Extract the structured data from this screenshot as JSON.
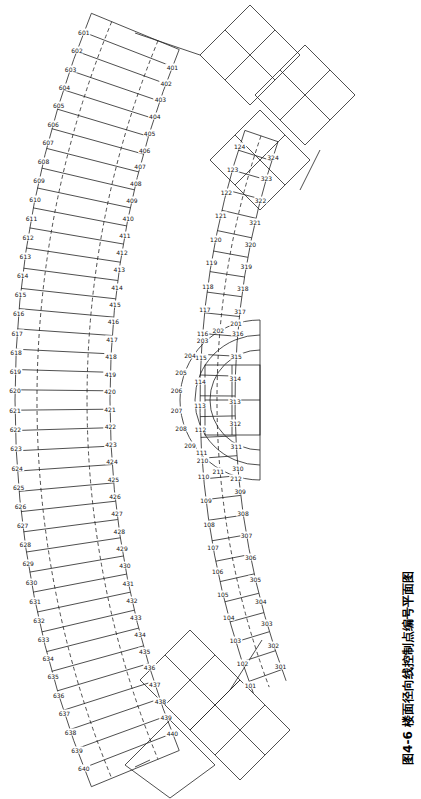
{
  "diagram": {
    "caption": "图4-6 楼面径向线控制点编号平面图",
    "labels": [
      "601",
      "602",
      "603",
      "604",
      "605",
      "606",
      "607",
      "608",
      "609",
      "610",
      "611",
      "612",
      "613",
      "614",
      "615",
      "616",
      "617",
      "618",
      "619",
      "620",
      "621",
      "622",
      "623",
      "624",
      "625",
      "626",
      "627",
      "628",
      "629",
      "630",
      "631",
      "632",
      "633",
      "634",
      "635",
      "636",
      "637",
      "638",
      "639",
      "640",
      "401",
      "402",
      "403",
      "404",
      "405",
      "406",
      "407",
      "408",
      "409",
      "410",
      "411",
      "412",
      "413",
      "414",
      "415",
      "416",
      "417",
      "418",
      "419",
      "420",
      "421",
      "422",
      "423",
      "424",
      "425",
      "426",
      "427",
      "428",
      "429",
      "430",
      "431",
      "432",
      "433",
      "434",
      "435",
      "436",
      "437",
      "438",
      "439",
      "440",
      "101",
      "102",
      "103",
      "104",
      "105",
      "106",
      "107",
      "108",
      "109",
      "110",
      "111",
      "112",
      "113",
      "114",
      "115",
      "116",
      "117",
      "118",
      "119",
      "120",
      "121",
      "122",
      "123",
      "124",
      "301",
      "302",
      "303",
      "304",
      "305",
      "306",
      "307",
      "308",
      "309",
      "310",
      "311",
      "312",
      "313",
      "314",
      "315",
      "316",
      "317",
      "318",
      "319",
      "320",
      "321",
      "322",
      "323",
      "324",
      "201",
      "202",
      "203",
      "204",
      "205",
      "206",
      "207",
      "208",
      "209",
      "210",
      "211",
      "212"
    ]
  }
}
